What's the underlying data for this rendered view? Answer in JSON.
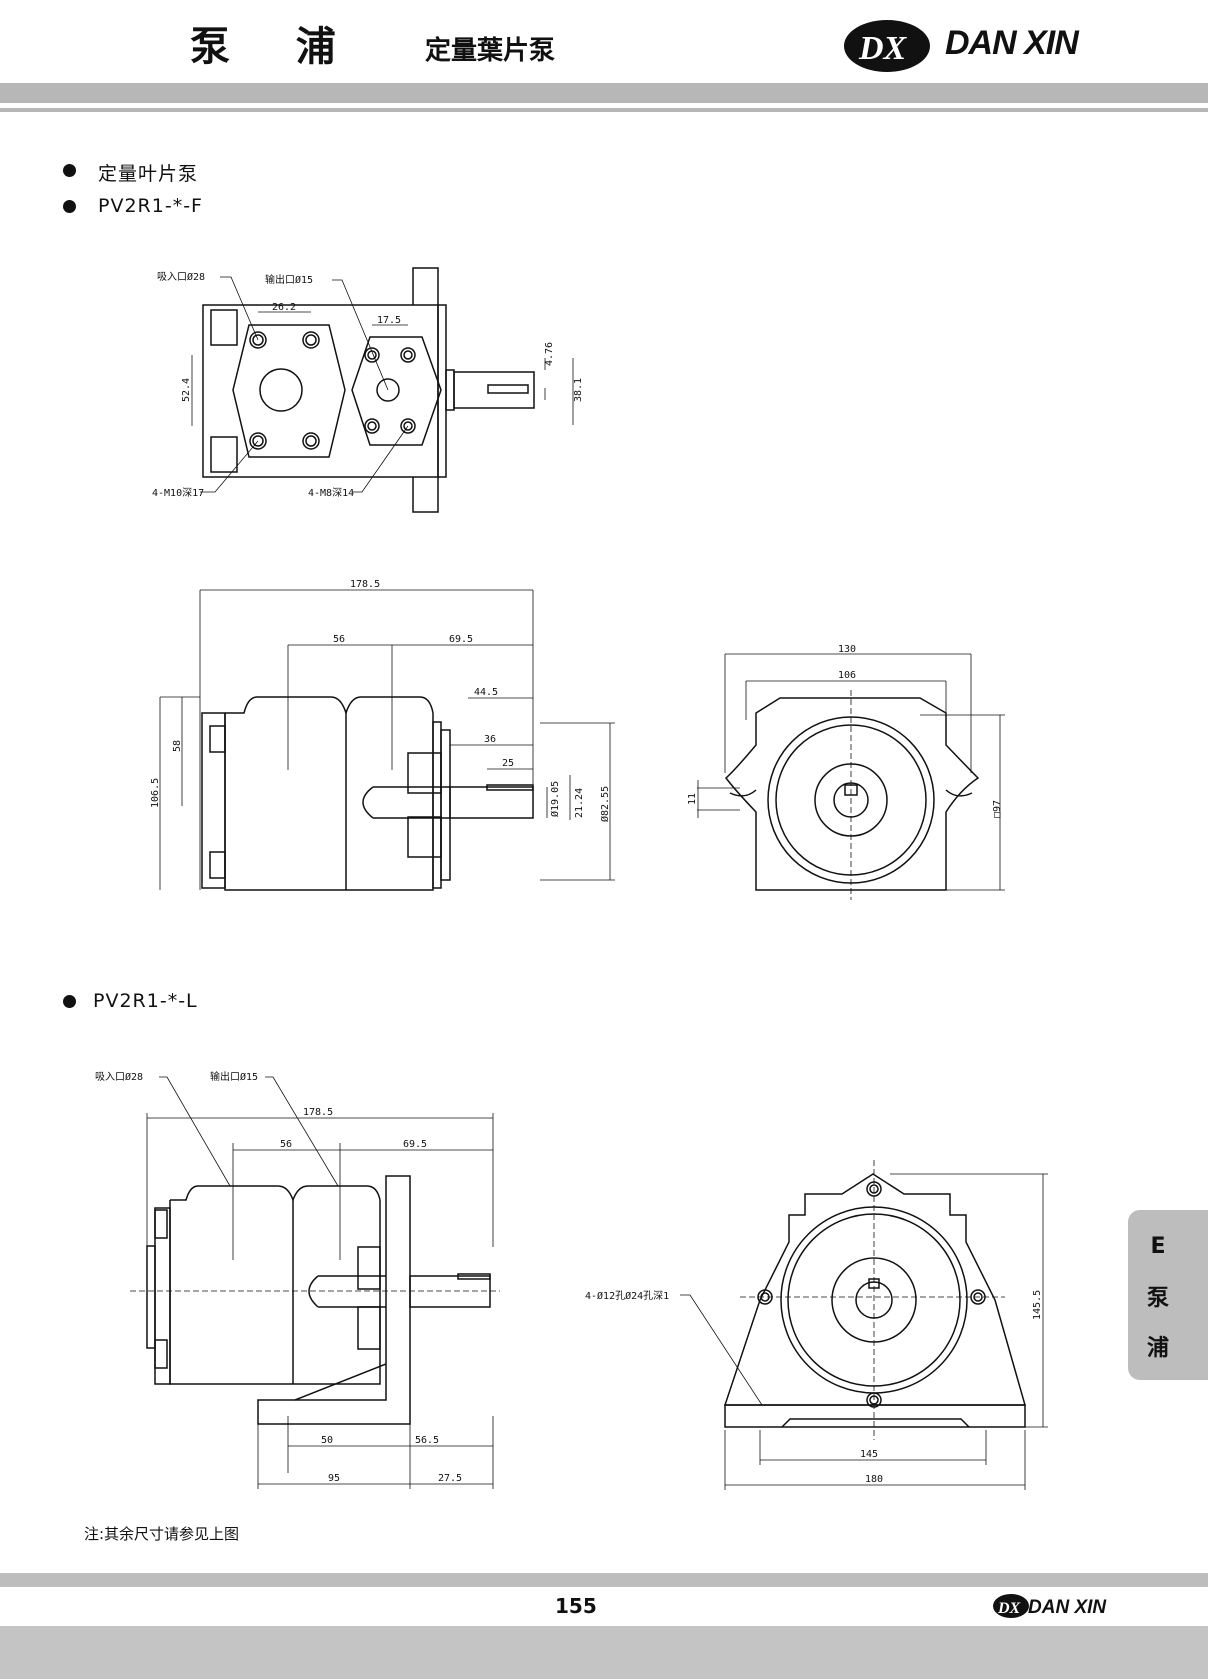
{
  "header": {
    "title_main": "泵    浦",
    "title_sub": "定量葉片泵",
    "brand": "DAN XIN",
    "logo_mark": "DX"
  },
  "sections": {
    "category": "定量叶片泵",
    "model_f": "PV2R1-*-F",
    "model_l": "PV2R1-*-L"
  },
  "drawing_f_port": {
    "suction_label": "吸入口Ø28",
    "outlet_label": "输出口Ø15",
    "dim_262": "26.2",
    "dim_175": "17.5",
    "dim_524": "52.4",
    "dim_476": "4.76",
    "dim_381": "38.1",
    "thread_m10": "4-M10深17",
    "thread_m8": "4-M8深14"
  },
  "drawing_f_side": {
    "dim_1785": "178.5",
    "dim_56": "56",
    "dim_695": "69.5",
    "dim_445": "44.5",
    "dim_36": "36",
    "dim_25": "25",
    "dim_58": "58",
    "dim_1065": "106.5",
    "dim_1905": "Ø19.05",
    "dim_2124": "21.24",
    "dim_8255": "Ø82.55"
  },
  "drawing_f_front": {
    "dim_130": "130",
    "dim_106": "106",
    "dim_11": "11",
    "dim_97": "□97"
  },
  "drawing_l_side": {
    "suction_label": "吸入口Ø28",
    "outlet_label": "输出口Ø15",
    "dim_1785": "178.5",
    "dim_56": "56",
    "dim_695": "69.5",
    "dim_50": "50",
    "dim_565": "56.5",
    "dim_95": "95",
    "dim_275": "27.5"
  },
  "drawing_l_front": {
    "hole_label": "4-Ø12孔Ø24孔深1",
    "dim_1455": "145.5",
    "dim_145": "145",
    "dim_180": "180"
  },
  "note": "注:其余尺寸请参见上图",
  "side_tab": {
    "letter": "E",
    "char1": "泵",
    "char2": "浦"
  },
  "footer": {
    "page_number": "155",
    "brand": "DAN XIN",
    "logo_mark": "DX"
  }
}
